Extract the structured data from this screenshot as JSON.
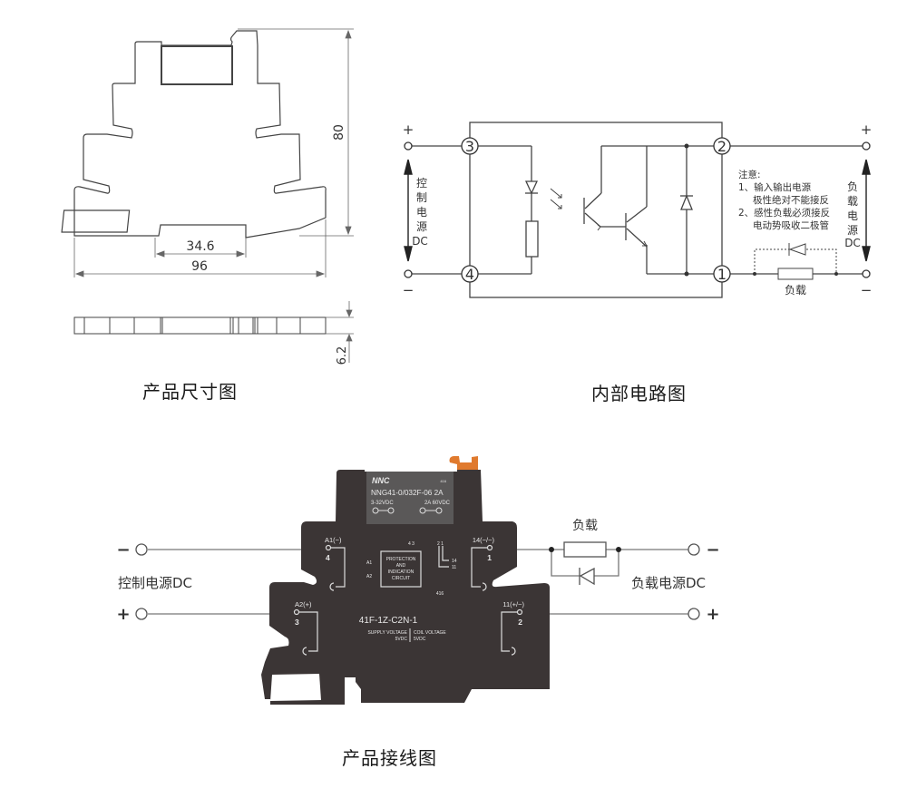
{
  "dimension_drawing": {
    "caption": "产品尺寸图",
    "height_label": "80",
    "rail_width_label": "34.6",
    "total_width_label": "96",
    "thickness_label": "6.2"
  },
  "circuit_diagram": {
    "caption": "内部电路图",
    "plus": "+",
    "minus": "−",
    "terminal_3": "3",
    "terminal_4": "4",
    "terminal_2": "2",
    "terminal_1": "1",
    "control_supply_chars": [
      "控",
      "制",
      "电",
      "源",
      "DC"
    ],
    "load_supply_chars": [
      "负",
      "载",
      "电",
      "源",
      "DC"
    ],
    "load_label": "负载",
    "notes": {
      "title": "注意:",
      "line1": "1、输入输出电源",
      "line2": "极性绝对不能接反",
      "line3": "2、感性负载必须接反",
      "line4": "电动势吸收二极管"
    }
  },
  "wiring_diagram": {
    "caption": "产品接线图",
    "control_supply_label": "控制电源DC",
    "load_supply_label": "负载电源DC",
    "load_label": "负载",
    "minus": "−",
    "plus": "+",
    "relay": {
      "brand": "NNC",
      "small_code": "416",
      "model": "NNG41-0/032F-06 2A",
      "input_rating": "3-32VDC",
      "output_rating": "2A 60VDC",
      "a1_label": "A1(−)",
      "a1_num": "4",
      "a2_label": "A2(+)",
      "a2_num": "3",
      "t14_label": "14(−/~)",
      "t14_num": "1",
      "t11_label": "11(+/~)",
      "t11_num": "2",
      "pins_left": "4 3",
      "pins_right": "2 1",
      "circuit_a1": "A1",
      "circuit_a2": "A2",
      "circuit_14": "14",
      "circuit_11": "11",
      "circuit_box_lines": [
        "PROTECTION",
        "AND",
        "INDICATION",
        "CIRCUIT"
      ],
      "base_code": "416",
      "base_model": "41F-1Z-C2N-1",
      "supply_voltage_label": "SUPPLY VOLTAGE",
      "supply_voltage_value": "5VDC",
      "coil_voltage_label": "COIL VOLTAGE",
      "coil_voltage_value": "5VDC"
    }
  },
  "colors": {
    "line": "#555555",
    "body": "#3b3535",
    "module": "#5a5858",
    "clip": "#e07a2e"
  }
}
